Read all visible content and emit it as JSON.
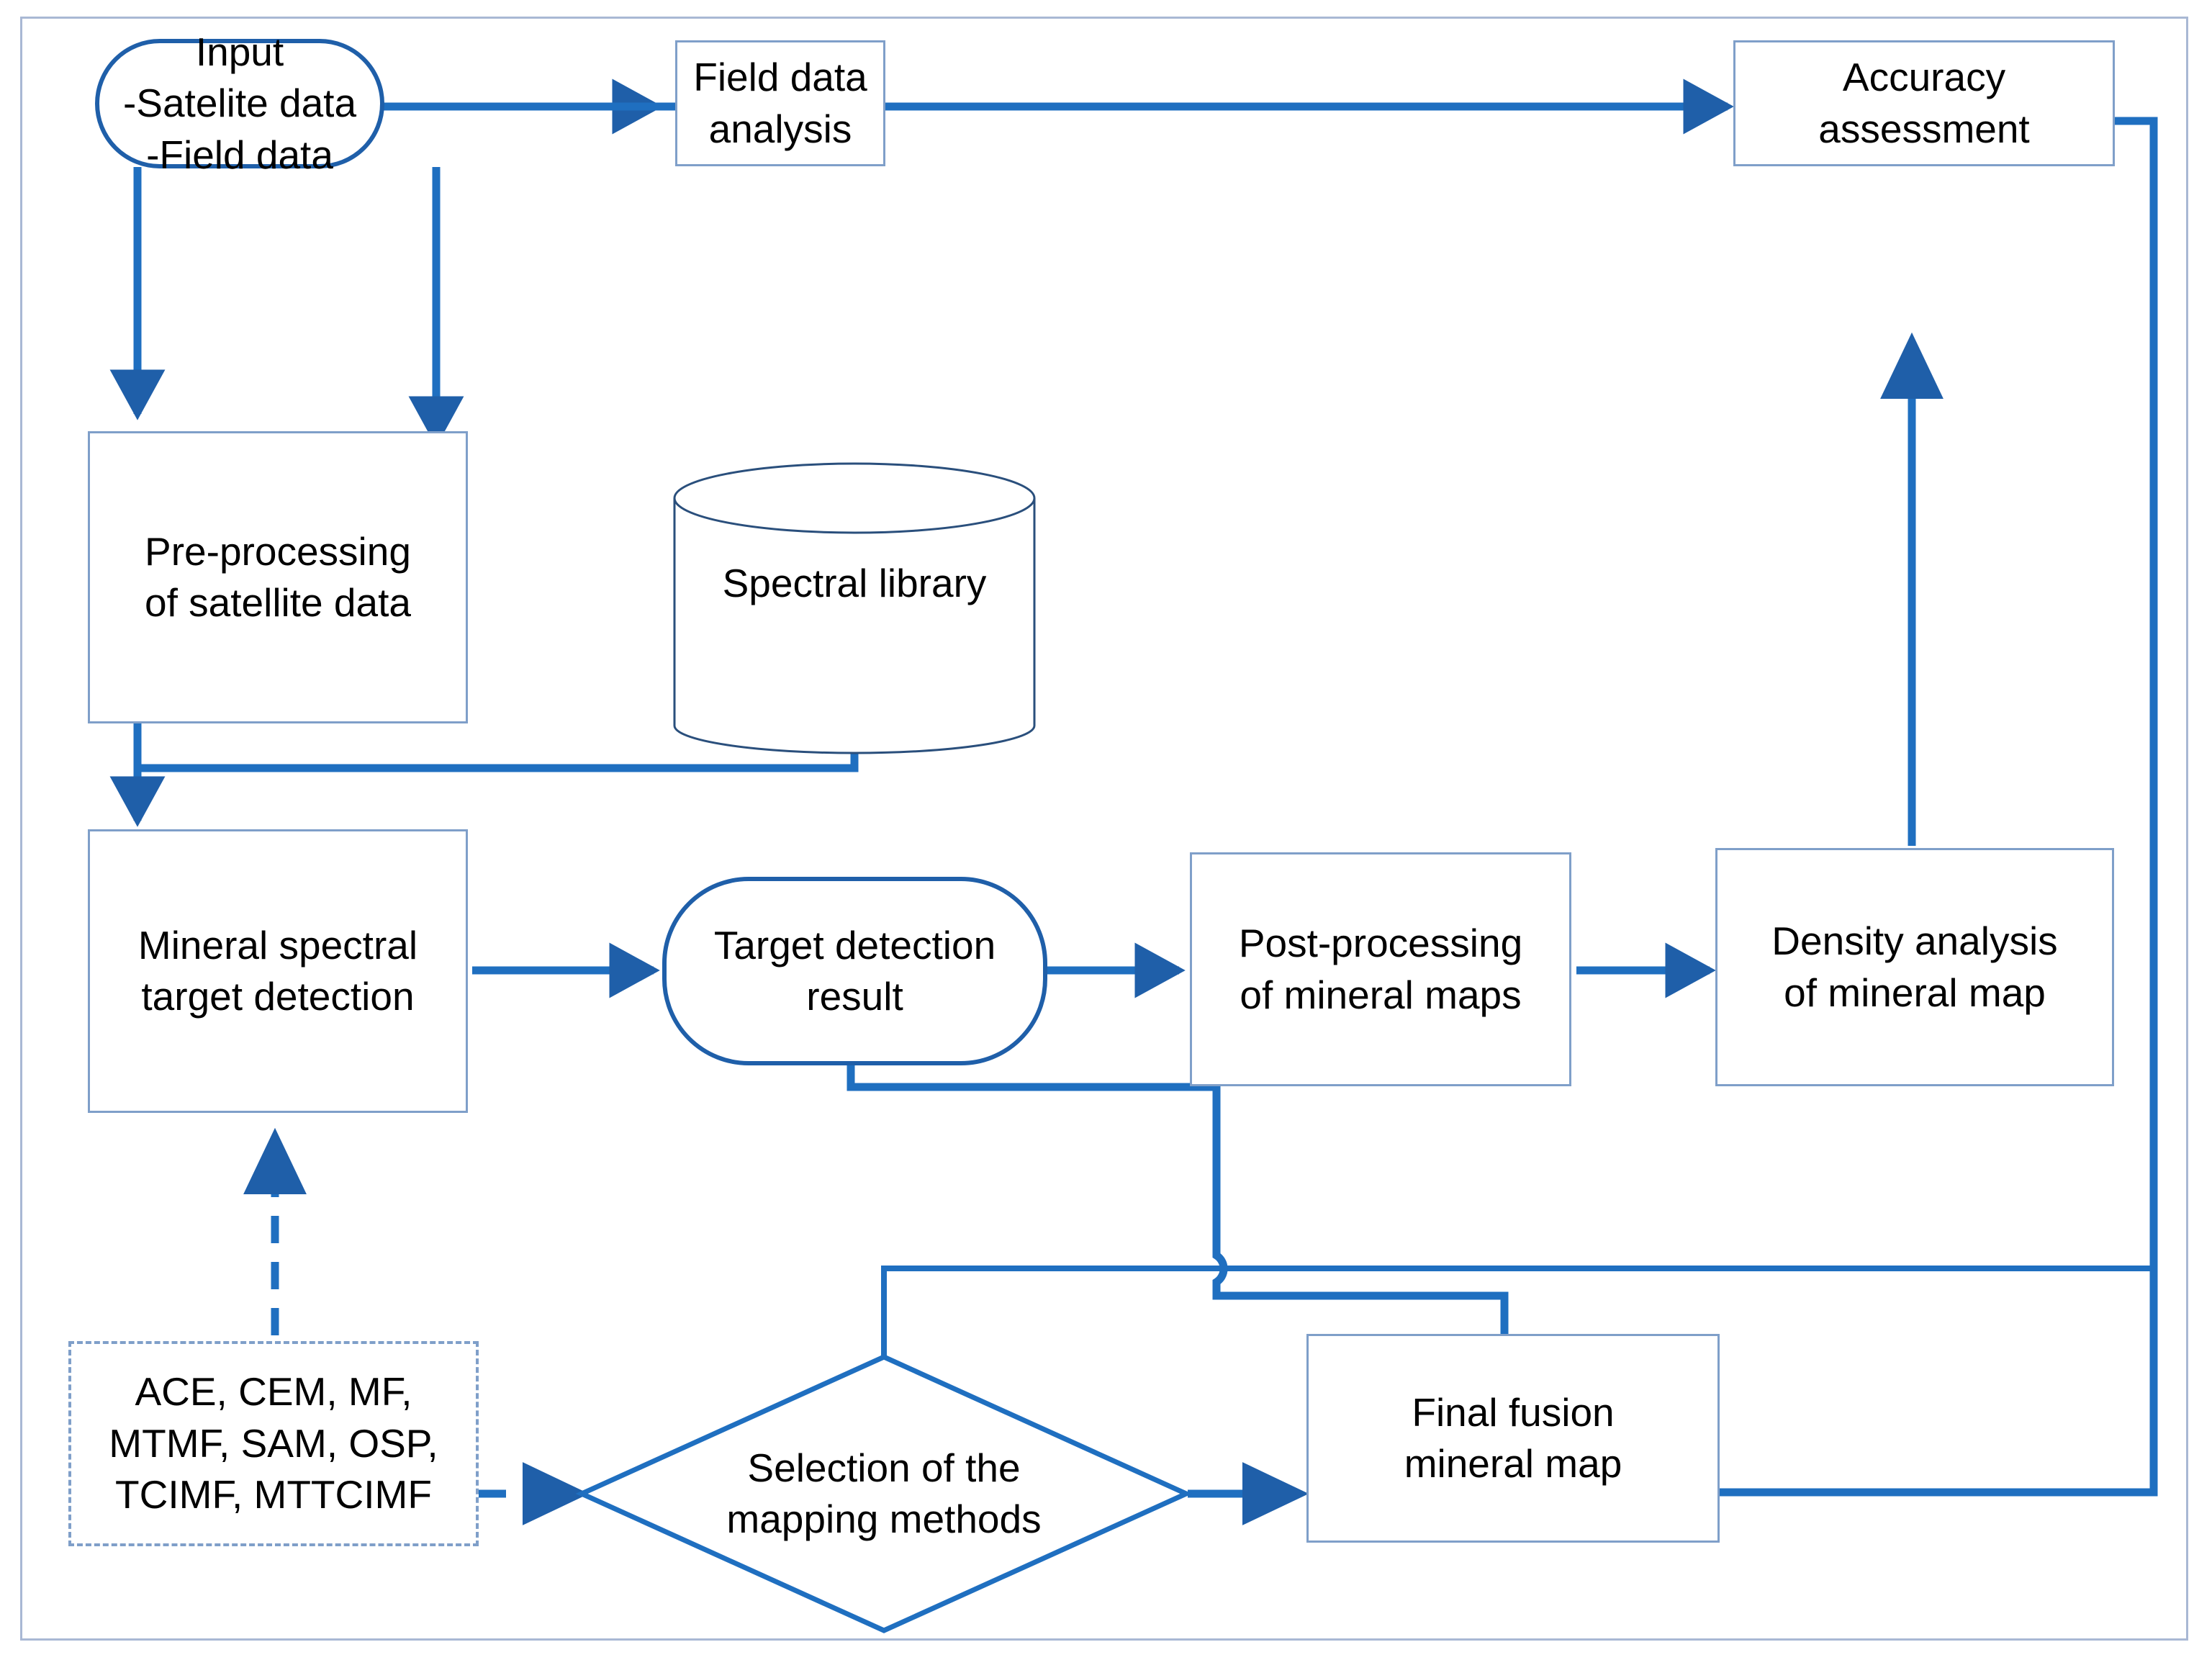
{
  "figure": {
    "type": "flowchart",
    "title": "",
    "colors": {
      "frame_border": "#a9b8d4",
      "box_border": "#7f9fc9",
      "terminator_border": "#1f5fa9",
      "connector": "#1f6fc0",
      "connector_dark": "#1f5fa9",
      "background": "#ffffff",
      "text": "#000000"
    }
  },
  "nodes": {
    "input": {
      "id": "input",
      "shape": "rounded-terminator",
      "label": "Input\n-Satelite data\n-Field data"
    },
    "field_data_analysis": {
      "id": "field-data-analysis",
      "shape": "rectangle",
      "label": "Field data\nanalysis"
    },
    "accuracy_assessment": {
      "id": "accuracy-assessment",
      "shape": "rectangle",
      "label": "Accuracy\nassessment"
    },
    "pre_processing": {
      "id": "pre-processing-of-satellite-data",
      "shape": "rectangle",
      "label": "Pre-processing\nof satellite data"
    },
    "spectral_library": {
      "id": "spectral-library",
      "shape": "cylinder-database",
      "label": "Spectral library"
    },
    "mineral_target_detection": {
      "id": "mineral-spectral-target-detection",
      "shape": "rectangle",
      "label": "Mineral spectral\ntarget detection"
    },
    "target_detection_result": {
      "id": "target-detection-result",
      "shape": "rounded-terminator",
      "label": "Target detection\nresult"
    },
    "post_processing": {
      "id": "post-processing-of-mineral-maps",
      "shape": "rectangle",
      "label": "Post-processing\nof mineral maps"
    },
    "density_analysis": {
      "id": "density-analysis-of-mineral-map",
      "shape": "rectangle",
      "label": "Density analysis\nof mineral map"
    },
    "methods_list": {
      "id": "mapping-methods-list",
      "shape": "dashed-rectangle",
      "label": "ACE, CEM, MF,\nMTMF, SAM, OSP,\nTCIMF, MTTCIMF"
    },
    "selection_diamond": {
      "id": "selection-of-the-mapping-methods",
      "shape": "diamond",
      "label": "Selection of the\nmapping methods"
    },
    "final_fusion_map": {
      "id": "final-fusion-mineral-map",
      "shape": "rectangle",
      "label": "Final fusion\nmineral map"
    }
  },
  "edges": [
    {
      "from": "input",
      "to": "field_data_analysis",
      "style": "solid",
      "arrow": true
    },
    {
      "from": "input",
      "to": "pre_processing",
      "style": "solid",
      "arrow": true
    },
    {
      "from": "field_data_analysis",
      "to": "accuracy_assessment",
      "style": "solid",
      "arrow": true
    },
    {
      "from": "field_data_analysis",
      "to": "spectral_library",
      "style": "solid",
      "arrow": true
    },
    {
      "from": "pre_processing",
      "to": "mineral_target_detection",
      "style": "solid",
      "arrow": true
    },
    {
      "from": "spectral_library",
      "to": "mineral_target_detection",
      "style": "solid",
      "arrow": false
    },
    {
      "from": "mineral_target_detection",
      "to": "target_detection_result",
      "style": "solid",
      "arrow": true
    },
    {
      "from": "target_detection_result",
      "to": "post_processing",
      "style": "solid",
      "arrow": true
    },
    {
      "from": "post_processing",
      "to": "density_analysis",
      "style": "solid",
      "arrow": true
    },
    {
      "from": "density_analysis",
      "to": "accuracy_assessment",
      "style": "solid",
      "arrow": true
    },
    {
      "from": "target_detection_result",
      "to": "final_fusion_map",
      "style": "solid",
      "arrow": true,
      "hop": true
    },
    {
      "from": "methods_list",
      "to": "mineral_target_detection",
      "style": "dashed",
      "arrow": true
    },
    {
      "from": "methods_list",
      "to": "selection_diamond",
      "style": "dashed",
      "arrow": true
    },
    {
      "from": "selection_diamond",
      "to": "final_fusion_map",
      "style": "solid",
      "arrow": true
    },
    {
      "from": "final_fusion_map",
      "to": "accuracy_assessment",
      "style": "solid",
      "arrow": true
    },
    {
      "from": "final_fusion_map",
      "to": "selection_diamond",
      "style": "solid",
      "arrow": false
    }
  ]
}
